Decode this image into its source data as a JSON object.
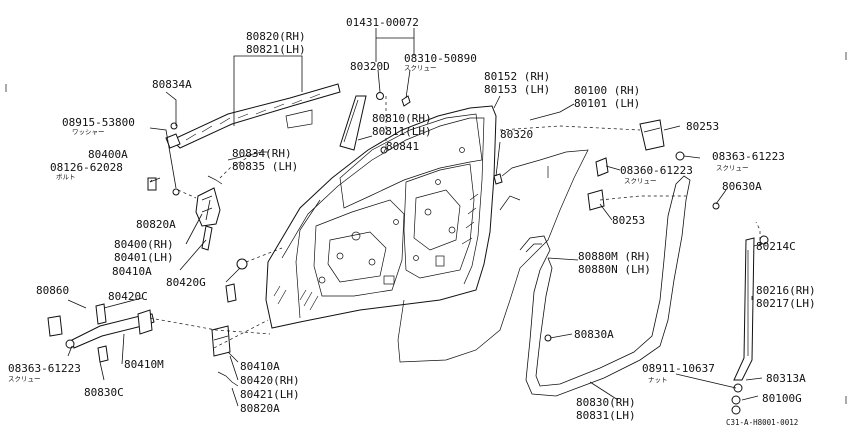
{
  "diagram": {
    "code": "C31-A-H8001-0012",
    "labels": {
      "l01431": "01431-00072",
      "l80820": "80820(RH)",
      "l80821": "80821(LH)",
      "l08310": "08310-50890",
      "l08310_jp": "スクリュー",
      "l80320d": "80320D",
      "l80834a": "80834A",
      "l80152": "80152 (RH)",
      "l80153": "80153 (LH)",
      "l80100": "80100 (RH)",
      "l80101": "80101 (LH)",
      "l08915": "08915-53800",
      "l08915_jp": "ワッシャー",
      "l80810": "80810(RH)",
      "l80811": "80811(LH)",
      "l80320": "80320",
      "l80253a": "80253",
      "l80841": "80841",
      "l80834rh": "80834(RH)",
      "l80835lh": "80835 (LH)",
      "l80400a": "80400A",
      "l08126": "08126-62028",
      "l08126_jp": "ボルト",
      "l08363a": "08363-61223",
      "l08363a_jp": "スクリュー",
      "l08360": "08360-61223",
      "l08360_jp": "スクリュー",
      "l80630a": "80630A",
      "l80820a_top": "80820A",
      "l80253b": "80253",
      "l80400rh": "80400(RH)",
      "l80401lh": "80401(LH)",
      "l80880m": "80880M (RH)",
      "l80880n": "80880N (LH)",
      "l80214c": "80214C",
      "l80410a_top": "80410A",
      "l80420g": "80420G",
      "l80860": "80860",
      "l80420c": "80420C",
      "l80216": "80216(RH)",
      "l80217": "80217(LH)",
      "l08363b": "08363-61223",
      "l08363b_jp": "スクリュー",
      "l80830a": "80830A",
      "l80410m": "80410M",
      "l08911": "08911-10637",
      "l08911_jp": "ナット",
      "l80313a": "80313A",
      "l80410a_bot": "80410A",
      "l80420rh": "80420(RH)",
      "l80421lh": "80421(LH)",
      "l80830c": "80830C",
      "l80100g": "80100G",
      "l80830rh": "80830(RH)",
      "l80831lh": "80831(LH)",
      "l80820a_bot": "80820A"
    }
  }
}
